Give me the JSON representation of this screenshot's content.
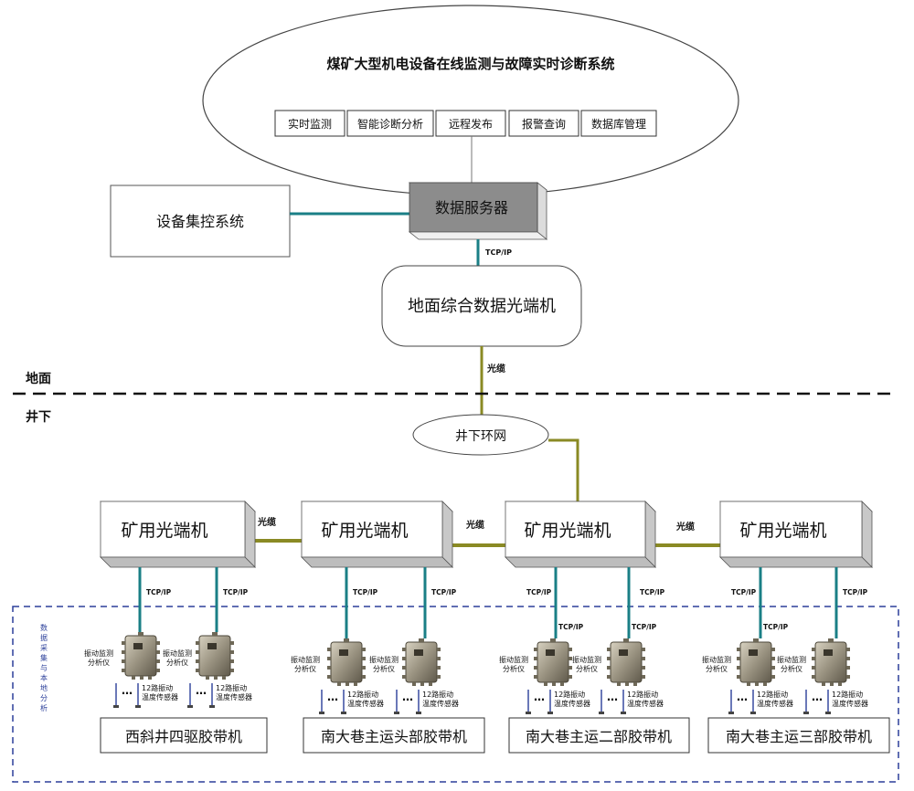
{
  "system_title": "煤矿大型机电设备在线监测与故障实时诊断系统",
  "modules": [
    "实时监测",
    "智能诊断分析",
    "远程发布",
    "报警查询",
    "数据库管理"
  ],
  "data_server": "数据服务器",
  "central_control": "设备集控系统",
  "ground_transceiver": "地面综合数据光端机",
  "surface_label": "地面",
  "underground_label": "井下",
  "ring_network": "井下环网",
  "fiber_label": "光缆",
  "tcpip_label": "TCP/IP",
  "mine_transceiver": "矿用光端机",
  "collection_region_label": "数据采集与本地分析",
  "analyzer_label_line1": "振动监测",
  "analyzer_label_line2": "分析仪",
  "sensor_label_line1": "12路振动",
  "sensor_label_line2": "温度传感器",
  "dots": "…",
  "belts": [
    "西斜井四驱胶带机",
    "南大巷主运头部胶带机",
    "南大巷主运二部胶带机",
    "南大巷主运三部胶带机"
  ],
  "colors": {
    "teal": "#1a7f86",
    "olive": "#8a8a24",
    "server_fill": "#8c8c8c",
    "region_border": "#2b3f9a"
  }
}
